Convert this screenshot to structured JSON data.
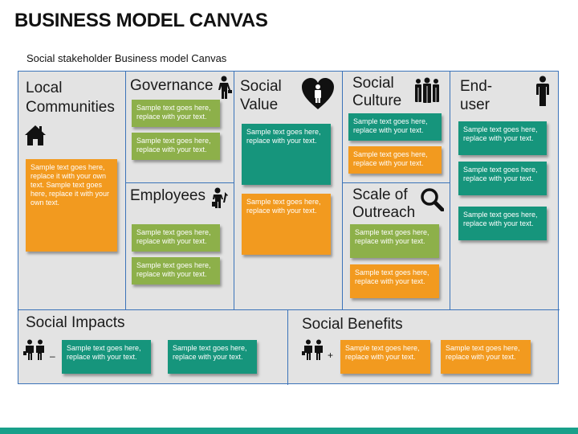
{
  "title": "BUSINESS MODEL CANVAS",
  "subtitle": "Social stakeholder Business model Canvas",
  "sections": {
    "local_communities": "Local\nCommunities",
    "governance": "Governance",
    "employees": "Employees",
    "social_value": "Social\nValue",
    "social_culture": "Social\nCulture",
    "scale_of_outreach": "Scale of\nOutreach",
    "end_user": "End-\nuser",
    "social_impacts": "Social Impacts",
    "social_benefits": "Social Benefits"
  },
  "notes": {
    "local": "Sample text goes here, replace it with your own text. Sample text goes here, replace it with your own text.",
    "gov1": "Sample text goes here, replace with your text.",
    "gov2": "Sample text goes here, replace with your text.",
    "emp1": "Sample text goes here, replace with your text.",
    "emp2": "Sample text goes here, replace with your text.",
    "val1": "Sample text goes here, replace with your text.",
    "val2": "Sample text goes here, replace with your text.",
    "cul1": "Sample text goes here, replace with your text.",
    "cul2": "Sample text goes here, replace with your text.",
    "out1": "Sample text goes here, replace with your text.",
    "out2": "Sample text goes here, replace with your text.",
    "end1": "Sample text goes here, replace with your text.",
    "end2": "Sample text goes here, replace with your text.",
    "end3": "Sample text goes here, replace with your text.",
    "imp1": "Sample text goes here, replace with your text.",
    "imp2": "Sample text goes here, replace with your text.",
    "ben1": "Sample text goes here, replace with your text.",
    "ben2": "Sample text goes here, replace with your text."
  },
  "signs": {
    "minus": "–",
    "plus": "+"
  },
  "colors": {
    "green": "#8db04a",
    "teal": "#16957c",
    "orange": "#f29a1f",
    "border": "#3b73b9",
    "panel": "#e3e3e3"
  },
  "icons": [
    "house-icon",
    "businessman-icon",
    "heart-person-icon",
    "group-icon",
    "person-icon",
    "worker-tools-icon",
    "magnifier-icon",
    "business-people-icon"
  ]
}
